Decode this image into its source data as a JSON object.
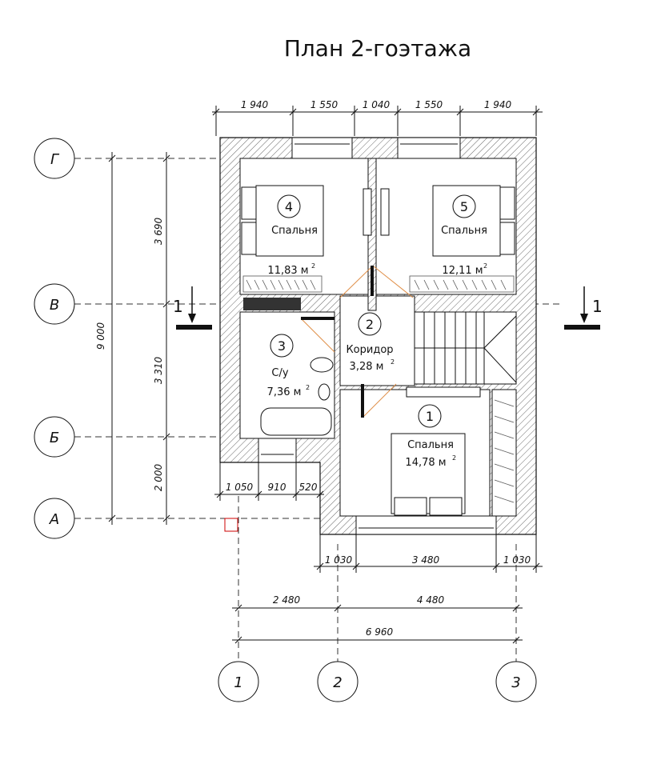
{
  "title": "План 2-гоэтажа",
  "top_dimensions": [
    "1 940",
    "1 550",
    "1 040",
    "1 550",
    "1 940"
  ],
  "left_dimensions": {
    "total": "9 000",
    "segments": [
      "3 690",
      "3 310",
      "2 000"
    ]
  },
  "bath_dimensions": [
    "1 050",
    "910",
    "520"
  ],
  "bottom_dimensions_row1": [
    "1 030",
    "3 480",
    "1 030"
  ],
  "bottom_dimensions_row2": [
    "2 480",
    "4 480"
  ],
  "bottom_dimensions_row3": [
    "6 960"
  ],
  "row_axes": [
    "Г",
    "В",
    "Б",
    "А"
  ],
  "column_axes": [
    "1",
    "2",
    "3"
  ],
  "section_mark": "1",
  "rooms": [
    {
      "number": "1",
      "name": "Спальня",
      "area": "14,78 м",
      "sup": "2"
    },
    {
      "number": "2",
      "name": "Коридор",
      "area": "3,28 м",
      "sup": "2"
    },
    {
      "number": "3",
      "name": "С/у",
      "area": "7,36 м",
      "sup": "2"
    },
    {
      "number": "4",
      "name": "Спальня",
      "area": "11,83 м",
      "sup": "2"
    },
    {
      "number": "5",
      "name": "Спальня",
      "area": "12,11 м",
      "sup": "2"
    }
  ]
}
